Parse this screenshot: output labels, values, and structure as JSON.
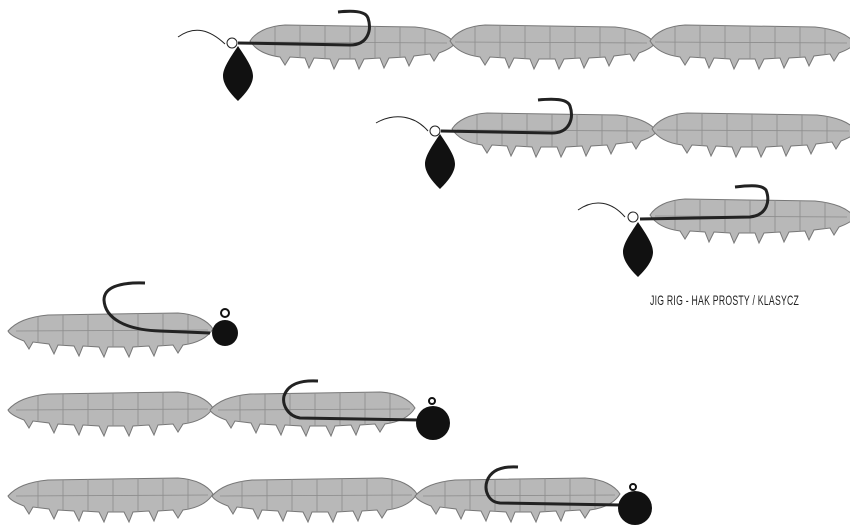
{
  "caption": "JIG RIG - HAK PROSTY / KLASYCZ",
  "colors": {
    "lure_fill": "#b8b8b8",
    "lure_stroke": "#777777",
    "hook": "#222222",
    "weight": "#111111"
  },
  "rigs": [
    {
      "label": "jig-rig",
      "lure_count": 3
    },
    {
      "label": "jig-rig",
      "lure_count": 2
    },
    {
      "label": "jig-rig",
      "lure_count": 1
    },
    {
      "label": "jig-head",
      "lure_count": 1
    },
    {
      "label": "jig-head",
      "lure_count": 2
    },
    {
      "label": "jig-head",
      "lure_count": 3
    }
  ]
}
